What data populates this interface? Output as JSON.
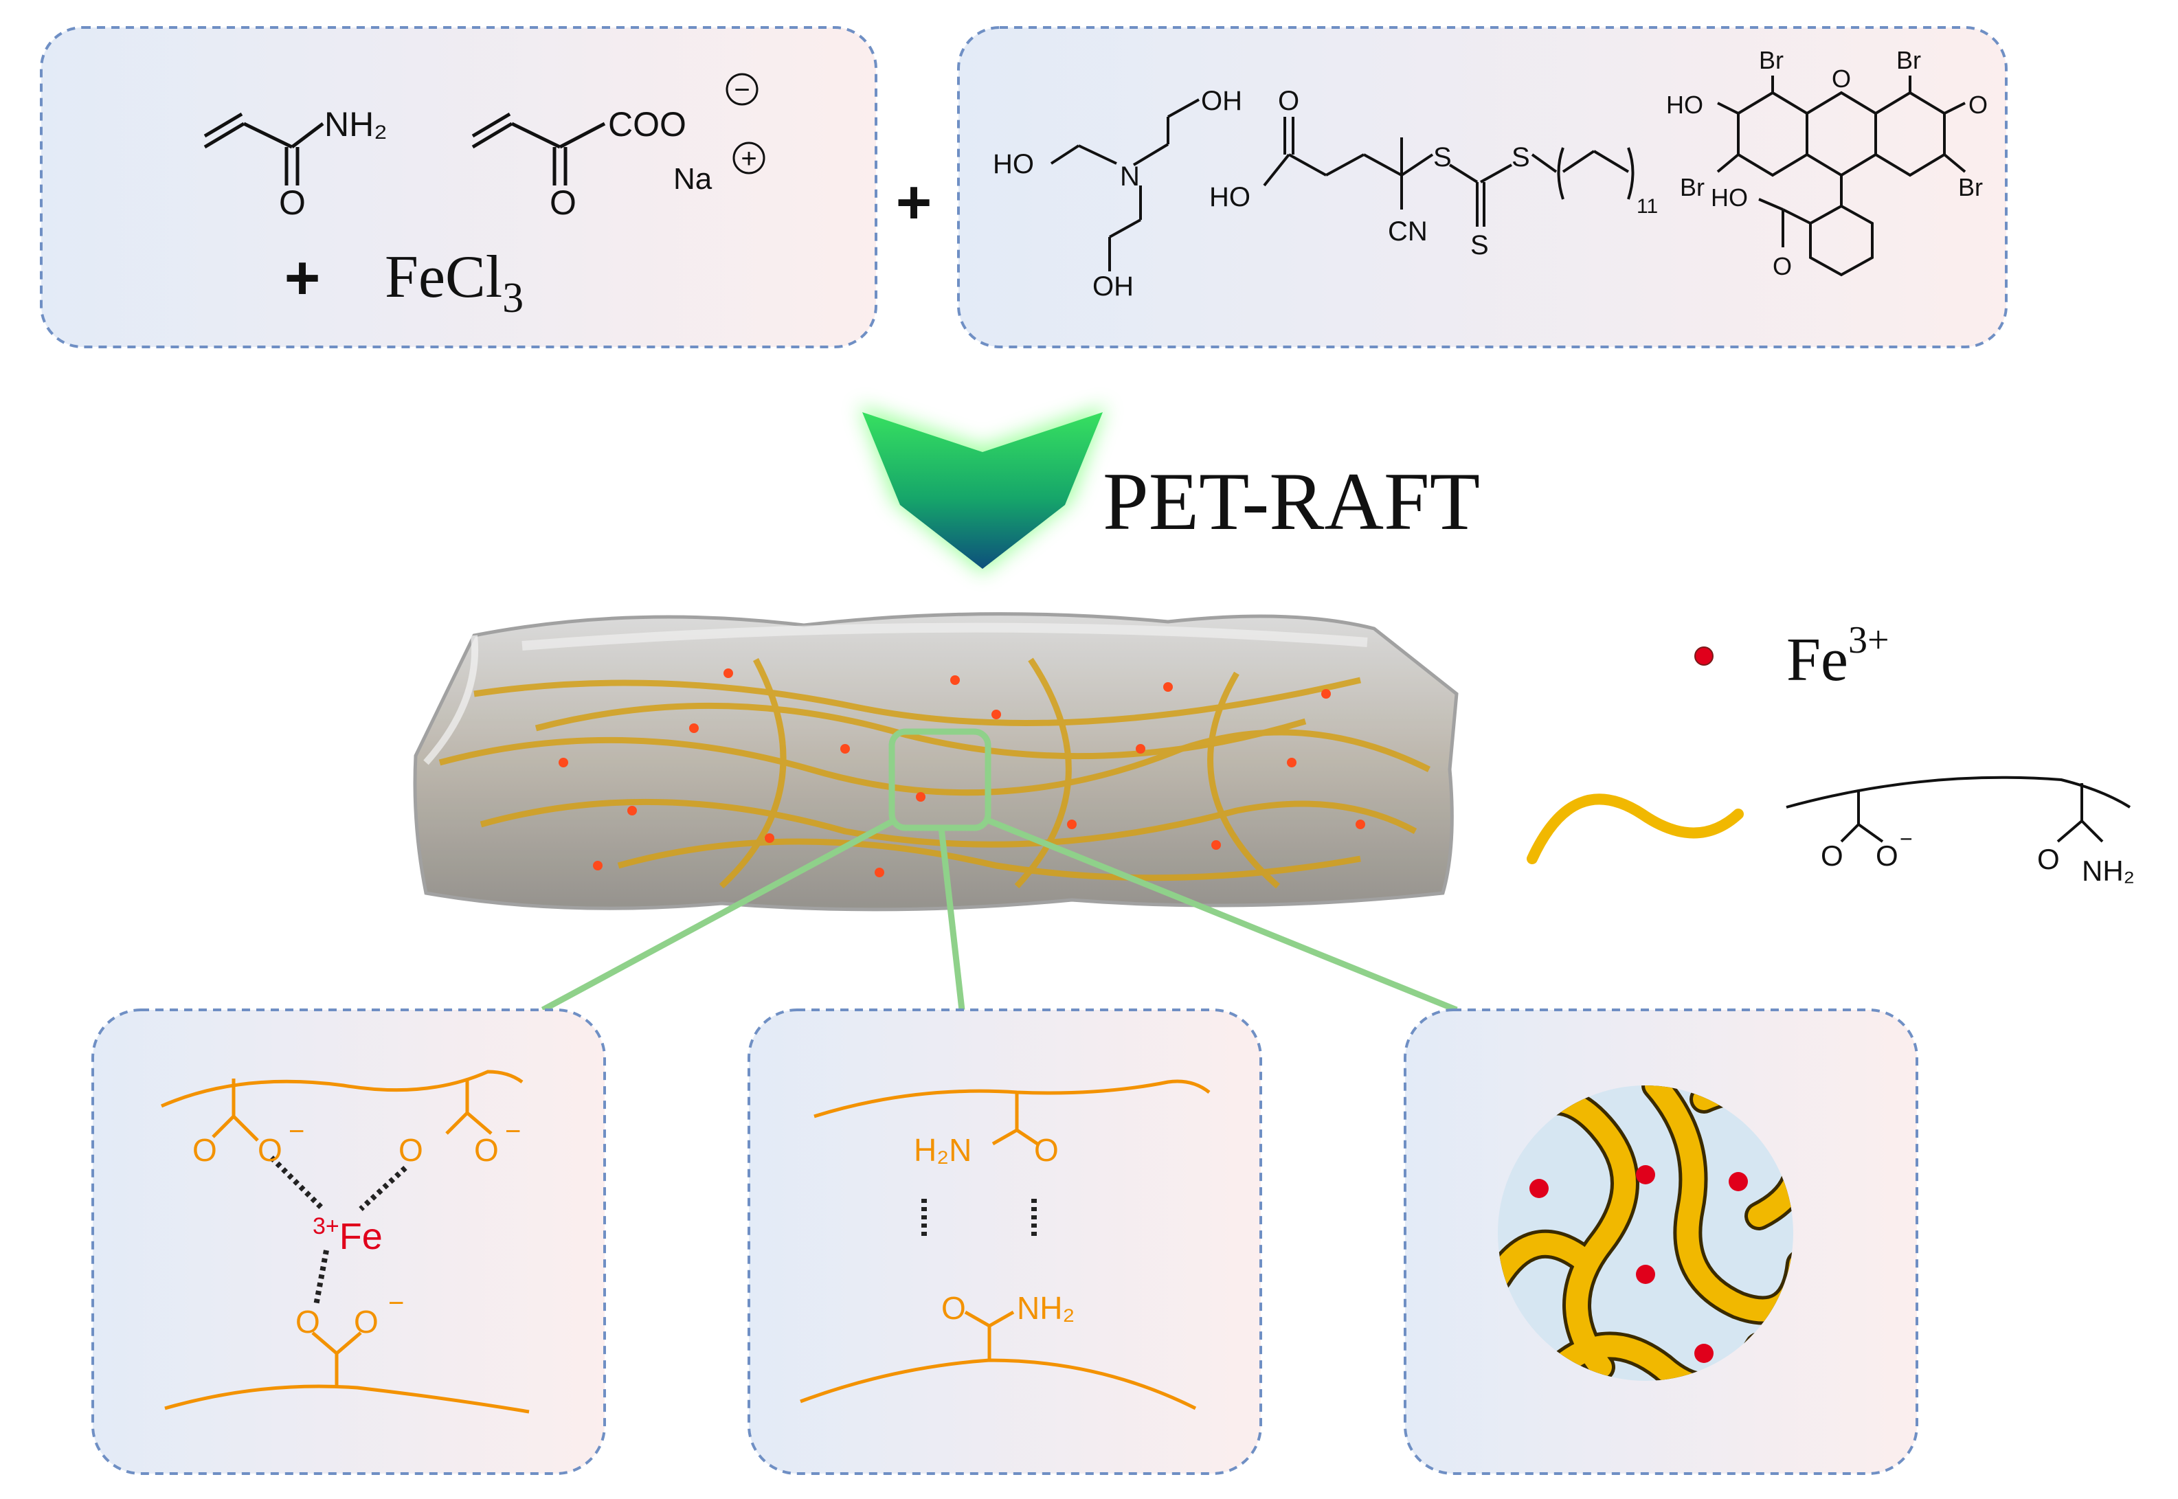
{
  "reagents_box": {
    "monomer1": {
      "nh2": "NH₂",
      "o": "O"
    },
    "monomer2": {
      "coo": "COO",
      "o": "O",
      "na": "Na",
      "minus": "−",
      "plus": "+"
    },
    "plus_sign": "+",
    "fecl3": {
      "base": "FeCl",
      "sub": "3"
    }
  },
  "between_plus": "+",
  "catalyst_box": {
    "tea": {
      "oh_top": "OH",
      "ho_left": "HO",
      "n": "N",
      "oh_bottom": "OH"
    },
    "cta": {
      "o": "O",
      "ho": "HO",
      "s1": "S",
      "s2": "S",
      "s3": "S",
      "cn": "CN",
      "sub": "11"
    },
    "eosin": {
      "br1": "Br",
      "br2": "Br",
      "br3": "Br",
      "br4": "Br",
      "ho": "HO",
      "o_ring": "O",
      "o_keto": "O",
      "ho_acid": "HO",
      "o_acid": "O"
    }
  },
  "process_label": "PET-RAFT",
  "legend": {
    "fe_label": "Fe",
    "fe_sup": "3+",
    "chain": {
      "o": "O",
      "o_minus": "O",
      "minus": "−",
      "amide_o": "O",
      "nh2": "NH₂"
    }
  },
  "inset_ionic": {
    "minus1": "−",
    "minus2": "−",
    "minus3": "−",
    "o": "O",
    "fe": "Fe",
    "fe_sup": "3+"
  },
  "inset_hbond": {
    "h2n": "H₂N",
    "o_top": "O",
    "o_bottom": "O",
    "nh2": "NH₂"
  },
  "colors": {
    "box_border": "#6f8fc4",
    "link_green": "#8fd18a",
    "orange": "#f39200",
    "fiber": "#f1b800",
    "fe_red": "#e0001b"
  }
}
